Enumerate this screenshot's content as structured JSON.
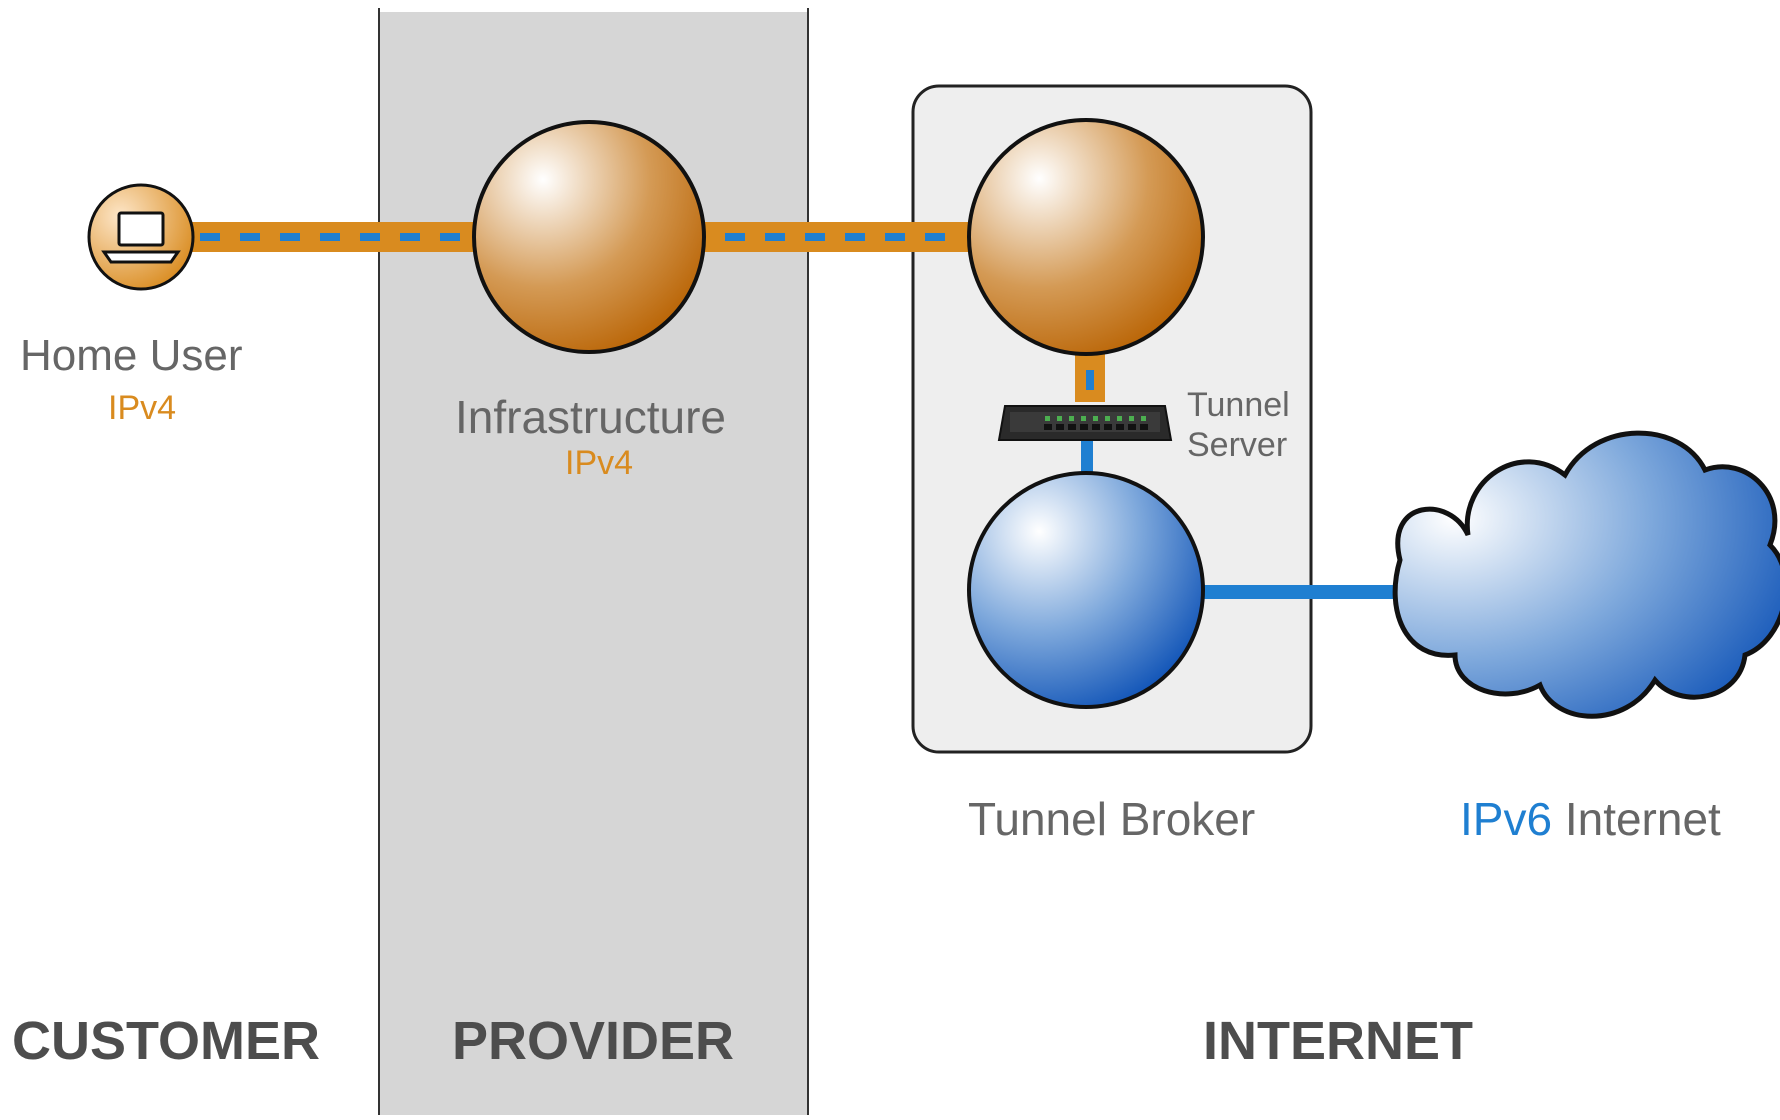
{
  "colors": {
    "ipv4": "#d98b1f",
    "ipv6": "#1f7fd1",
    "label": "#666666",
    "zone": "#4d4d4d",
    "provider_band": "#d6d6d6",
    "broker_box": "#eeeeee"
  },
  "zones": {
    "customer": "CUSTOMER",
    "provider": "PROVIDER",
    "internet": "INTERNET"
  },
  "nodes": {
    "home_user": {
      "title": "Home User",
      "protocol": "IPv4",
      "icon": "laptop-icon"
    },
    "infrastructure": {
      "title": "Infrastructure",
      "protocol": "IPv4"
    },
    "tunnel_server": {
      "line1": "Tunnel",
      "line2": "Server",
      "icon": "network-switch-icon"
    },
    "tunnel_broker": {
      "title": "Tunnel Broker"
    },
    "ipv6_internet": {
      "protocol": "IPv6",
      "title": "Internet",
      "icon": "cloud-icon"
    }
  }
}
